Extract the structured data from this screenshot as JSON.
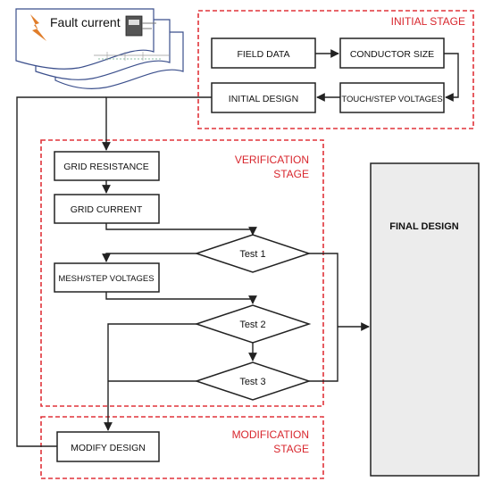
{
  "colors": {
    "stage_border": "#e0333a",
    "stage_label": "#d8262d",
    "box_border": "#222222",
    "final_fill": "#ececec",
    "doc_border": "#3b4f8c",
    "bolt": "#e07d2a"
  },
  "document_icon": {
    "label": "Fault current",
    "icon": "lightning-bolt-icon"
  },
  "stages": {
    "initial": "INITIAL STAGE",
    "verification_line1": "VERIFICATION",
    "verification_line2": "STAGE",
    "modification_line1": "MODIFICATION",
    "modification_line2": "STAGE"
  },
  "boxes": {
    "field_data": "FIELD DATA",
    "conductor_size": "CONDUCTOR SIZE",
    "touch_step": "TOUCH/STEP VOLTAGES",
    "initial_design": "INITIAL DESIGN",
    "grid_resistance": "GRID RESISTANCE",
    "grid_current": "GRID CURRENT",
    "mesh_step": "MESH/STEP VOLTAGES",
    "modify_design": "MODIFY DESIGN",
    "final_design": "FINAL DESIGN"
  },
  "decisions": {
    "test1": "Test 1",
    "test2": "Test 2",
    "test3": "Test 3"
  }
}
